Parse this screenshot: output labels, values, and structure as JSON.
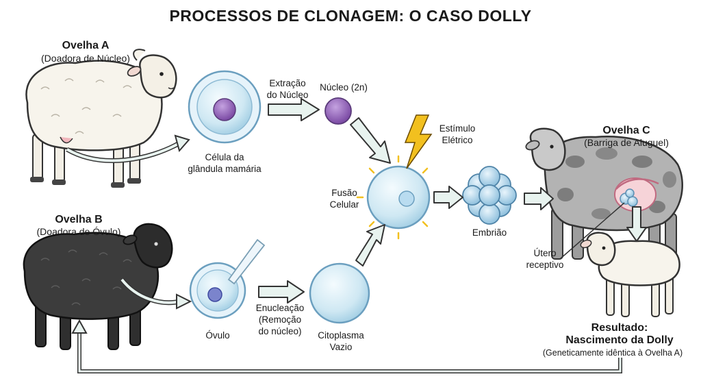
{
  "title": "PROCESSOS DE CLONAGEM: O CASO DOLLY",
  "sheep_a": {
    "name": "Ovelha A",
    "role": "(Doadora de Núcleo)"
  },
  "sheep_b": {
    "name": "Ovelha B",
    "role": "(Doadora de Óvulo)"
  },
  "sheep_c": {
    "name": "Ovelha C",
    "role": "(Barriga de Aluguel)"
  },
  "mammary_cell": {
    "line1": "Célula da",
    "line2": "glândula mamária"
  },
  "extraction": {
    "line1": "Extração",
    "line2": "do Núcleo"
  },
  "nucleus": "Núcleo (2n)",
  "stimulus": {
    "line1": "Estímulo",
    "line2": "Elétrico"
  },
  "fusion": {
    "line1": "Fusão",
    "line2": "Celular"
  },
  "embryo": "Embrião",
  "uterus": {
    "line1": "Útero",
    "line2": "receptivo"
  },
  "ovum": "Óvulo",
  "enucleation": {
    "line1": "Enucleação",
    "line2": "(Remoção",
    "line3": "do núcleo)"
  },
  "cytoplasm": {
    "line1": "Citoplasma",
    "line2": "Vazio"
  },
  "result": {
    "line1": "Resultado:",
    "line2": "Nascimento da Dolly",
    "line3": "(Geneticamente idêntica à Ovelha A)"
  },
  "colors": {
    "cell_fill": "#cfe8f3",
    "cell_stroke": "#6b9fbf",
    "nucleus_purple": "#8e5db5",
    "ovum_nucleus": "#7b84cc",
    "arrow_fill": "#e8f3ef",
    "spark": "#f2c01f",
    "sheep_black": "#3a3a3a",
    "sheep_white": "#f5f2ea",
    "sheep_gray": "#9a9a9a"
  }
}
